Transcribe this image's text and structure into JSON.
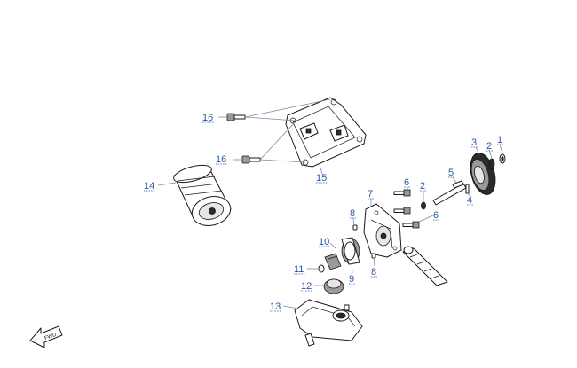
{
  "callouts": {
    "c1": "1",
    "c2a": "2",
    "c2b": "2",
    "c3": "3",
    "c4": "4",
    "c5": "5",
    "c6a": "6",
    "c6b": "6",
    "c7": "7",
    "c8a": "8",
    "c8b": "8",
    "c9": "9",
    "c10": "10",
    "c11": "11",
    "c12": "12",
    "c13": "13",
    "c14": "14",
    "c15": "15",
    "c16a": "16",
    "c16b": "16"
  },
  "fwd_badge": "FWD",
  "colors": {
    "label": "#2a56a6",
    "line": "#1a1a1a",
    "leader": "#7a8aa8"
  }
}
